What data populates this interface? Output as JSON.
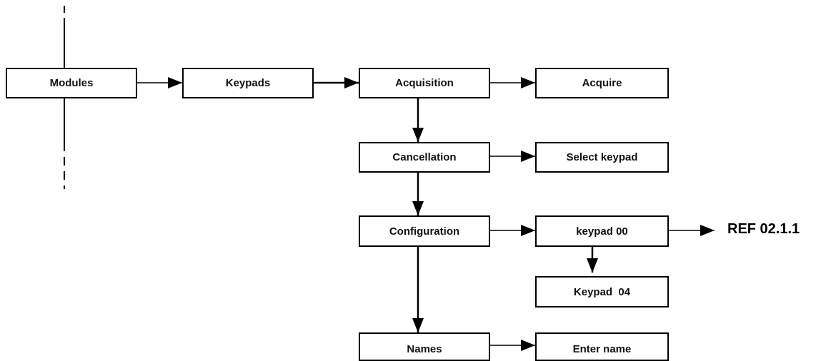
{
  "nodes": {
    "modules": "Modules",
    "keypads": "Keypads",
    "acquisition": "Acquisition",
    "acquire": "Acquire",
    "cancellation": "Cancellation",
    "select_keypad": "Select keypad",
    "configuration": "Configuration",
    "keypad_00": "keypad 00",
    "keypad_04": "Keypad  04",
    "names": "Names",
    "enter_name": "Enter name"
  },
  "reference": "REF 02.1.1",
  "colors": {
    "line": "#000000",
    "background": "#ffffff"
  }
}
